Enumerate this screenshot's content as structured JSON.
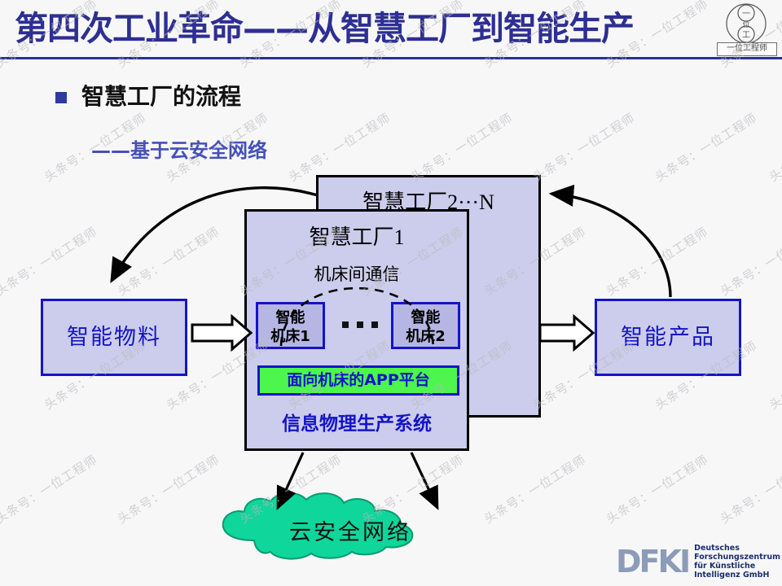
{
  "slide": {
    "title": "第四次工业革命——从智慧工厂到智能生产",
    "bullet_text": "智慧工厂的流程",
    "subtitle": "——基于云安全网络",
    "accent_color": "#2d2f92",
    "box_fill_color": "#ccccec",
    "box_border_color": "#1414c8",
    "app_platform_color": "#4cf64c",
    "cloud_color": "#0fd69a"
  },
  "logo": {
    "engineer_label": "一位工程师",
    "engineer_top_char": "一",
    "engineer_mid_char": "位",
    "engineer_bottom_char": "工"
  },
  "diagram": {
    "factory_back_label": "智慧工厂2···N",
    "factory_front_label": "智慧工厂1",
    "m2m_label": "机床间通信",
    "machine1_line1": "智能",
    "machine1_line2": "机床1",
    "machine2_line1": "智能",
    "machine2_line2": "机床2",
    "ellipsis": "...",
    "app_platform_label": "面向机床的APP平台",
    "cpps_label": "信息物理生产系统",
    "input_box_label": "智能物料",
    "output_box_label": "智能产品",
    "cloud_label": "云安全网络"
  },
  "dfki": {
    "mark": "DFKI",
    "line1": "Deutsches",
    "line2": "Forschungszentrum",
    "line3": "für Künstliche",
    "line4": "Intelligenz GmbH"
  },
  "watermark": {
    "text": "头条号：一位工程师"
  }
}
